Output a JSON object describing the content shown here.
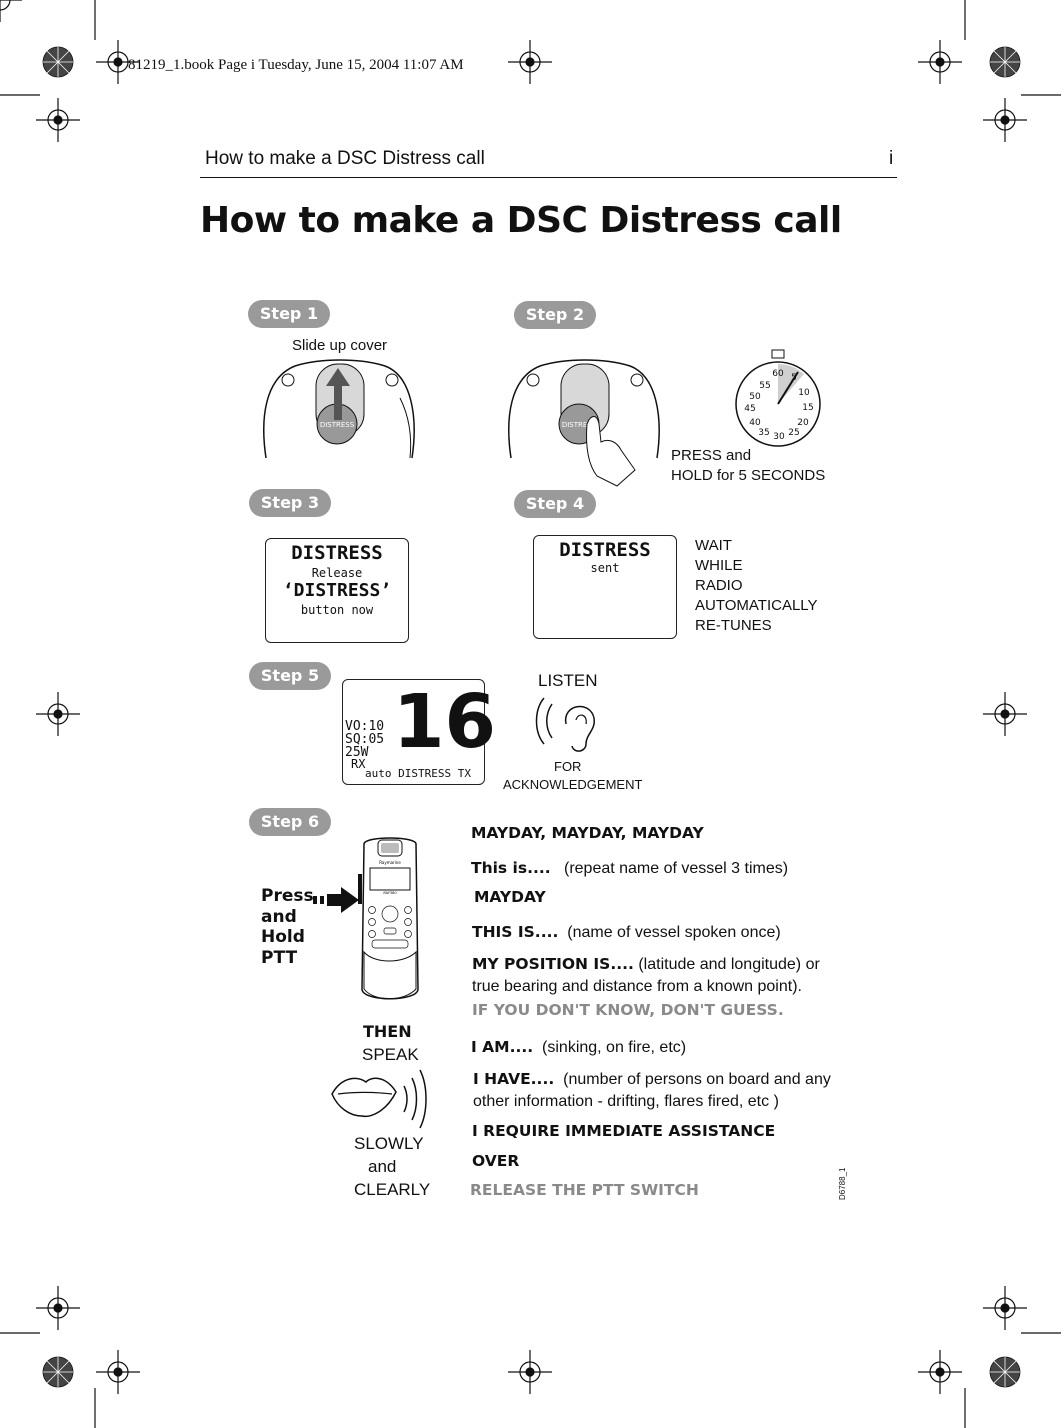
{
  "print_line": "81219_1.book  Page i  Tuesday, June 15, 2004  11:07 AM",
  "running_head": {
    "title": "How to make a DSC Distress call",
    "page": "i"
  },
  "page_title": "How to make a DSC Distress call",
  "steps": {
    "s1": {
      "label": "Step 1",
      "caption": "Slide up cover",
      "button_text": "DISTRESS"
    },
    "s2": {
      "label": "Step 2",
      "caption_1": "PRESS and",
      "caption_2": "HOLD for 5 SECONDS",
      "button_text": "DISTRESS",
      "dial": [
        "60",
        "5",
        "10",
        "15",
        "20",
        "25",
        "30",
        "35",
        "40",
        "45",
        "50",
        "55"
      ]
    },
    "s3": {
      "label": "Step 3",
      "lcd": [
        "DISTRESS",
        "Release",
        "‘DISTRESS’",
        "button now"
      ]
    },
    "s4": {
      "label": "Step 4",
      "lcd": [
        "DISTRESS",
        "sent"
      ],
      "notes": [
        "WAIT",
        "WHILE",
        "RADIO",
        "AUTOMATICALLY",
        "RE-TUNES"
      ]
    },
    "s5": {
      "label": "Step 5",
      "lcd_left": [
        "VO:10",
        "SQ:05",
        "25W",
        "RX"
      ],
      "lcd_channel": "16",
      "lcd_bottom": "auto DISTRESS TX",
      "listen": "LISTEN",
      "for": "FOR",
      "ack": "ACKNOWLEDGEMENT"
    },
    "s6": {
      "label": "Step 6",
      "press": [
        "Press",
        "and",
        "Hold",
        "PTT"
      ],
      "then": "THEN",
      "speak": "SPEAK",
      "slowly": "SLOWLY",
      "and": "and",
      "clearly": "CLEARLY",
      "handset_brand": "Raymarine",
      "handset_model": "RAY380"
    }
  },
  "script": {
    "mayday3": "MAYDAY, MAYDAY, MAYDAY",
    "this_is_b": "This is....",
    "this_is_t": "(repeat name of vessel 3 times)",
    "mayday": "MAYDAY",
    "this_is2_b": "THIS IS....",
    "this_is2_t": "(name of vessel spoken once)",
    "pos_b": "MY POSITION IS....",
    "pos_t": "(latitude and longitude) or",
    "pos_t2": "true bearing and distance from a known point).",
    "guess": "IF YOU DON'T KNOW, DON'T GUESS.",
    "iam_b": "I AM....",
    "iam_t": "(sinking, on fire, etc)",
    "ihave_b": "I HAVE....",
    "ihave_t": "(number of persons on board and any",
    "ihave_t2": "other information - drifting, flares fired, etc )",
    "require": "I REQUIRE IMMEDIATE ASSISTANCE",
    "over": "OVER",
    "release": "RELEASE THE PTT SWITCH"
  },
  "figure_id": "D6788_1"
}
